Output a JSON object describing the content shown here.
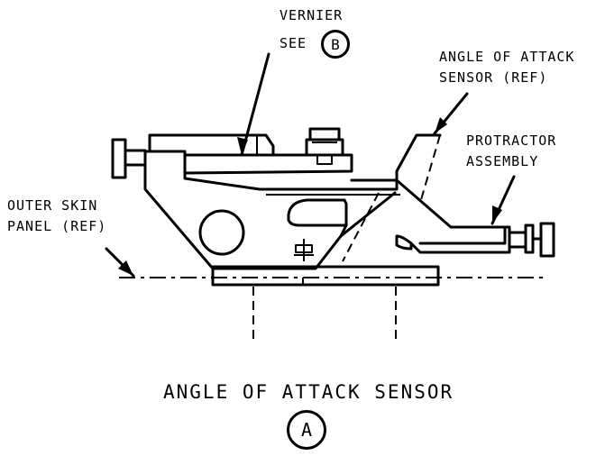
{
  "labels": {
    "vernier": "VERNIER",
    "see": "SEE",
    "see_ref": "B",
    "angle_sensor_line1": "ANGLE OF ATTACK",
    "angle_sensor_line2": "SENSOR (REF)",
    "protractor_line1": "PROTRACTOR",
    "protractor_line2": "ASSEMBLY",
    "outer_skin_line1": "OUTER SKIN",
    "outer_skin_line2": "PANEL (REF)",
    "view_title": "ANGLE OF ATTACK SENSOR",
    "view_ref": "A"
  }
}
